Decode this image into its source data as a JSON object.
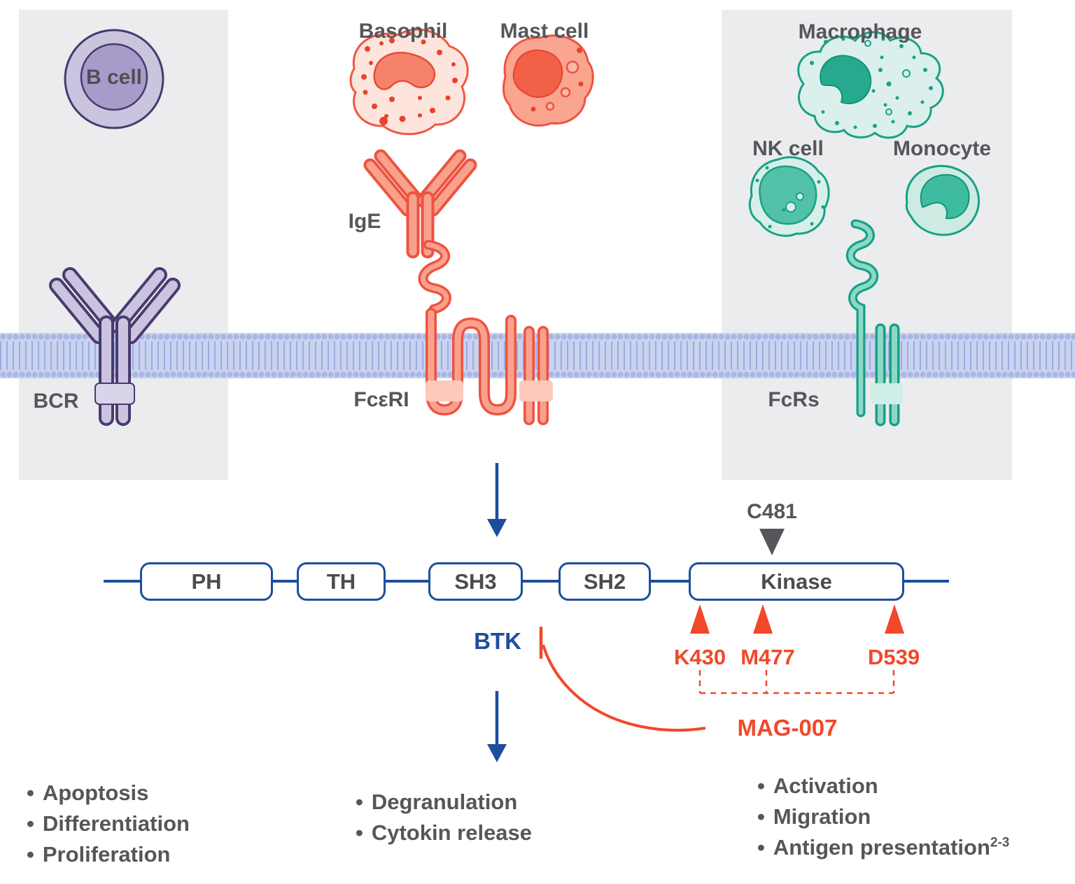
{
  "bullet": "•",
  "cells": {
    "b_cell": {
      "label": "B cell"
    },
    "basophil": {
      "label": "Basophil"
    },
    "mast_cell": {
      "label": "Mast cell"
    },
    "macrophage": {
      "label": "Macrophage"
    },
    "nk_cell": {
      "label": "NK cell"
    },
    "monocyte": {
      "label": "Monocyte"
    }
  },
  "receptors": {
    "bcr": {
      "label": "BCR"
    },
    "ige": {
      "label": "IgE"
    },
    "fceri": {
      "label": "FcεRI"
    },
    "fcrs": {
      "label": "FcRs"
    }
  },
  "signaling": {
    "btk_label": "BTK",
    "domains": [
      "PH",
      "TH",
      "SH3",
      "SH2",
      "Kinase"
    ],
    "binding_site": "C481",
    "mutation_sites": [
      "K430",
      "M477",
      "D539"
    ],
    "inhibitor": "MAG-007"
  },
  "outcomes": {
    "b_cell": {
      "items": [
        "Apoptosis",
        "Differentiation",
        "Proliferation"
      ]
    },
    "mast_basophil": {
      "items": [
        "Degranulation",
        "Cytokin release"
      ]
    },
    "myeloid": {
      "items": [
        "Activation",
        "Migration"
      ],
      "antigen_item": "Antigen presentation",
      "antigen_sup": "2-3"
    }
  },
  "colors": {
    "b_cell_purple": "#8f84b5",
    "mast_red": "#ee5340",
    "myeloid_teal": "#16a189",
    "btk_blue": "#1d4e9e",
    "mutation_red": "#f1482a",
    "membrane_blue": "#c9d2ef",
    "panel_gray": "#ebeced",
    "label_gray": "#55565a"
  }
}
